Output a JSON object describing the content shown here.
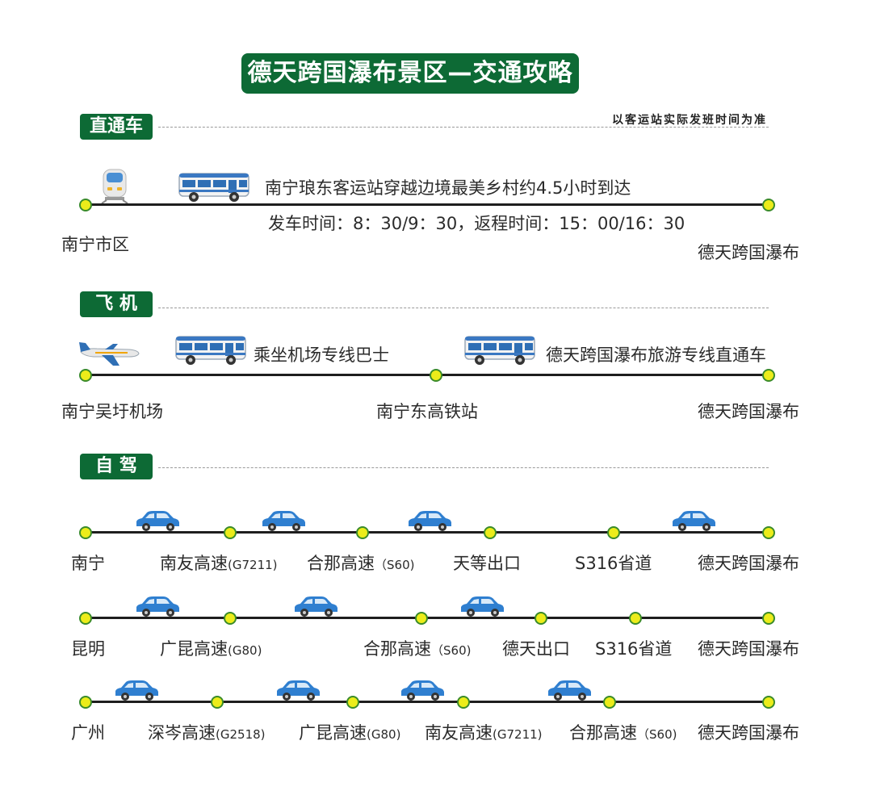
{
  "title": "德天跨国瀑布景区—交通攻略",
  "note": "以客运站实际发班时间为准",
  "colors": {
    "green": "#0d6a35",
    "dot_fill": "#ecec1a",
    "dot_border": "#3a8b2a",
    "car": "#2f7fd0",
    "bus": "#3a78c2"
  },
  "direct": {
    "label": "直通车",
    "desc1": "南宁琅东客运站穿越边境最美乡村约4.5小时到达",
    "desc2": "发车时间：8：30/9：30，返程时间：15：00/16：30",
    "from": "南宁市区",
    "to": "德天跨国瀑布"
  },
  "plane": {
    "label": "飞  机",
    "desc1": "乘坐机场专线巴士",
    "desc2": "德天跨国瀑布旅游专线直通车",
    "from": "南宁吴圩机场",
    "mid": "南宁东高铁站",
    "to": "德天跨国瀑布"
  },
  "drive": {
    "label": "自  驾",
    "route1": [
      {
        "name": "南宁",
        "code": ""
      },
      {
        "name": "南友高速",
        "code": "(G7211)"
      },
      {
        "name": "合那高速",
        "code": "（S60)"
      },
      {
        "name": "天等出口",
        "code": ""
      },
      {
        "name": "S316省道",
        "code": ""
      },
      {
        "name": "德天跨国瀑布",
        "code": ""
      }
    ],
    "route2": [
      {
        "name": "昆明",
        "code": ""
      },
      {
        "name": "广昆高速",
        "code": "(G80)"
      },
      {
        "name": "合那高速",
        "code": "（S60)"
      },
      {
        "name": "德天出口",
        "code": ""
      },
      {
        "name": "S316省道",
        "code": ""
      },
      {
        "name": "德天跨国瀑布",
        "code": ""
      }
    ],
    "route3": [
      {
        "name": "广州",
        "code": ""
      },
      {
        "name": "深岑高速",
        "code": "(G2518)"
      },
      {
        "name": "广昆高速",
        "code": "(G80)"
      },
      {
        "name": "南友高速",
        "code": "(G7211)"
      },
      {
        "name": "合那高速",
        "code": "（S60)"
      },
      {
        "name": "德天跨国瀑布",
        "code": ""
      }
    ]
  }
}
